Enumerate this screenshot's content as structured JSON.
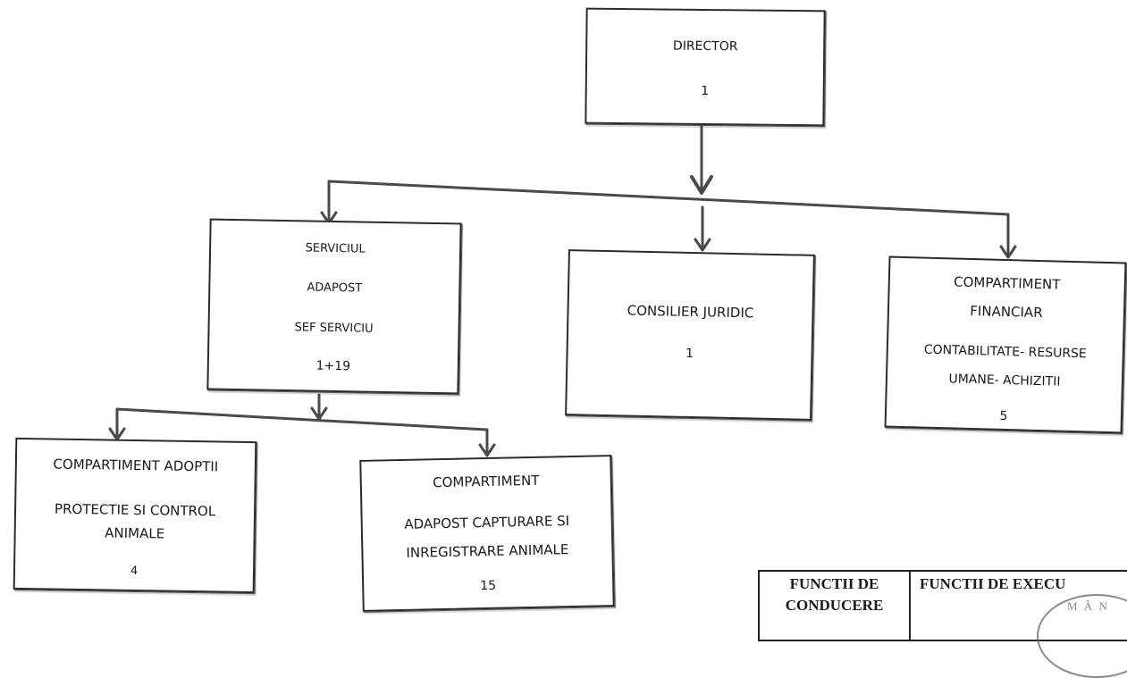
{
  "org_chart": {
    "director": {
      "title": "DIRECTOR",
      "count": "1"
    },
    "serviciul": {
      "line1": "SERVICIUL",
      "line2": "ADAPOST",
      "line3": "SEF SERVICIU",
      "count": "1+19"
    },
    "consilier": {
      "title": "CONSILIER JURIDIC",
      "count": "1"
    },
    "financiar": {
      "line1": "COMPARTIMENT",
      "line2": "FINANCIAR",
      "line3": "CONTABILITATE- RESURSE",
      "line4": "UMANE- ACHIZITII",
      "count": "5"
    },
    "adoptii": {
      "line1": "COMPARTIMENT ADOPTII",
      "line2": "PROTECTIE SI CONTROL",
      "line3": "ANIMALE",
      "count": "4"
    },
    "capturare": {
      "line1": "COMPARTIMENT",
      "line2": "ADAPOST CAPTURARE SI",
      "line3": "INREGISTRARE ANIMALE",
      "count": "15"
    }
  },
  "legend_table": {
    "col1_line1": "FUNCTII DE",
    "col1_line2": "CONDUCERE",
    "col2_line1": "FUNCTII DE EXECU"
  },
  "stamp": {
    "text": "M Â N"
  }
}
